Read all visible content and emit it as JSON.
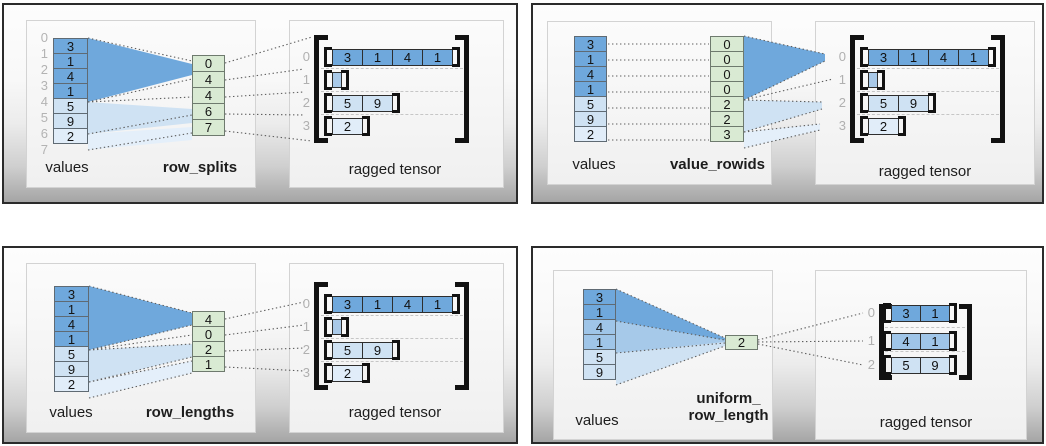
{
  "colors": {
    "dark_blue": "#6fa8dc",
    "medium_blue": "#9fc5e8",
    "light_blue": "#cfe2f3",
    "pale_blue": "#e1edf9",
    "empty_cell_blue": "#a9c9e8",
    "param_green": "#d9ead3"
  },
  "p1": {
    "values_label": "values",
    "param_label": "row_splits",
    "tensor_label": "ragged tensor",
    "indices": [
      "0",
      "1",
      "2",
      "3",
      "4",
      "5",
      "6",
      "7"
    ],
    "values": [
      "3",
      "1",
      "4",
      "1",
      "5",
      "9",
      "2"
    ],
    "param": [
      "0",
      "4",
      "4",
      "6",
      "7"
    ],
    "row_indices": [
      "0",
      "1",
      "2",
      "3"
    ],
    "row0": [
      "3",
      "1",
      "4",
      "1"
    ],
    "row2": [
      "5",
      "9"
    ],
    "row3": [
      "2"
    ]
  },
  "p2": {
    "values_label": "values",
    "param_label": "value_rowids",
    "tensor_label": "ragged tensor",
    "values": [
      "3",
      "1",
      "4",
      "1",
      "5",
      "9",
      "2"
    ],
    "param": [
      "0",
      "0",
      "0",
      "0",
      "2",
      "2",
      "3"
    ],
    "row_indices": [
      "0",
      "1",
      "2",
      "3"
    ],
    "row0": [
      "3",
      "1",
      "4",
      "1"
    ],
    "row2": [
      "5",
      "9"
    ],
    "row3": [
      "2"
    ]
  },
  "p3": {
    "values_label": "values",
    "param_label": "row_lengths",
    "tensor_label": "ragged tensor",
    "values": [
      "3",
      "1",
      "4",
      "1",
      "5",
      "9",
      "2"
    ],
    "param": [
      "4",
      "0",
      "2",
      "1"
    ],
    "row_indices": [
      "0",
      "1",
      "2",
      "3"
    ],
    "row0": [
      "3",
      "1",
      "4",
      "1"
    ],
    "row2": [
      "5",
      "9"
    ],
    "row3": [
      "2"
    ]
  },
  "p4": {
    "values_label": "values",
    "param_label_line1": "uniform_",
    "param_label_line2": "row_length",
    "tensor_label": "ragged tensor",
    "values": [
      "3",
      "1",
      "4",
      "1",
      "5",
      "9"
    ],
    "param": [
      "2"
    ],
    "row_indices": [
      "0",
      "1",
      "2"
    ],
    "row0": [
      "3",
      "1"
    ],
    "row1": [
      "4",
      "1"
    ],
    "row2": [
      "5",
      "9"
    ]
  }
}
